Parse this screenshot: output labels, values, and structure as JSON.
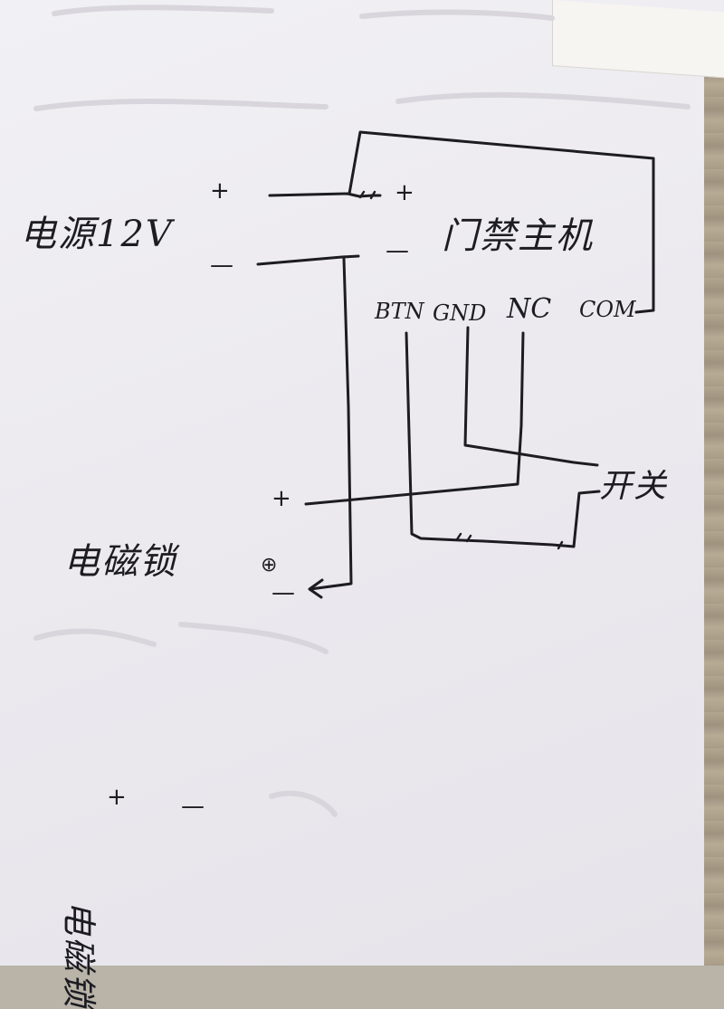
{
  "power_supply": {
    "label": "电源12V",
    "plus": "+",
    "minus": "—"
  },
  "controller": {
    "label": "门禁主机",
    "plus": "+",
    "minus": "—",
    "terminals": [
      "BTN",
      "GND",
      "NC",
      "COM"
    ]
  },
  "switch": {
    "label": "开关"
  },
  "lock": {
    "label": "电磁锁",
    "plus": "+",
    "minus": "—"
  },
  "bottom_fragment": {
    "plus": "+",
    "minus": "—",
    "label": "电磁锁"
  }
}
